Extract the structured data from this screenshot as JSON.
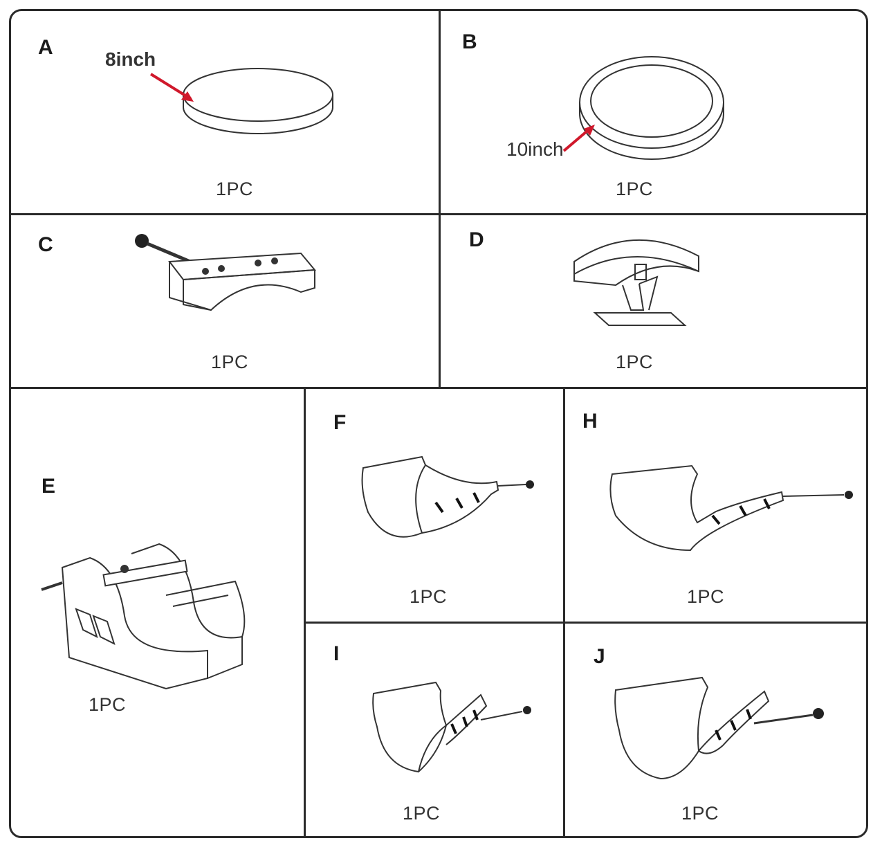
{
  "panels": {
    "a": {
      "letter": "A",
      "qty": "1PC",
      "dimension": "8inch",
      "icon": "round-heat-plate-icon"
    },
    "b": {
      "letter": "B",
      "qty": "1PC",
      "dimension": "10inch",
      "icon": "ring-heat-plate-icon"
    },
    "c": {
      "letter": "C",
      "qty": "1PC",
      "icon": "curved-heating-block-icon"
    },
    "d": {
      "letter": "D",
      "qty": "1PC",
      "icon": "arched-press-head-icon"
    },
    "e": {
      "letter": "E",
      "qty": "1PC",
      "icon": "mug-press-frame-icon"
    },
    "f": {
      "letter": "F",
      "qty": "1PC",
      "icon": "mug-heating-wrap-icon"
    },
    "h": {
      "letter": "H",
      "qty": "1PC",
      "icon": "tapered-heating-wrap-icon"
    },
    "i": {
      "letter": "I",
      "qty": "1PC",
      "icon": "small-heating-wrap-icon"
    },
    "j": {
      "letter": "J",
      "qty": "1PC",
      "icon": "large-heating-wrap-icon"
    }
  },
  "colors": {
    "line": "#2a2a2a",
    "arrow": "#d0182b",
    "background": "#ffffff"
  }
}
